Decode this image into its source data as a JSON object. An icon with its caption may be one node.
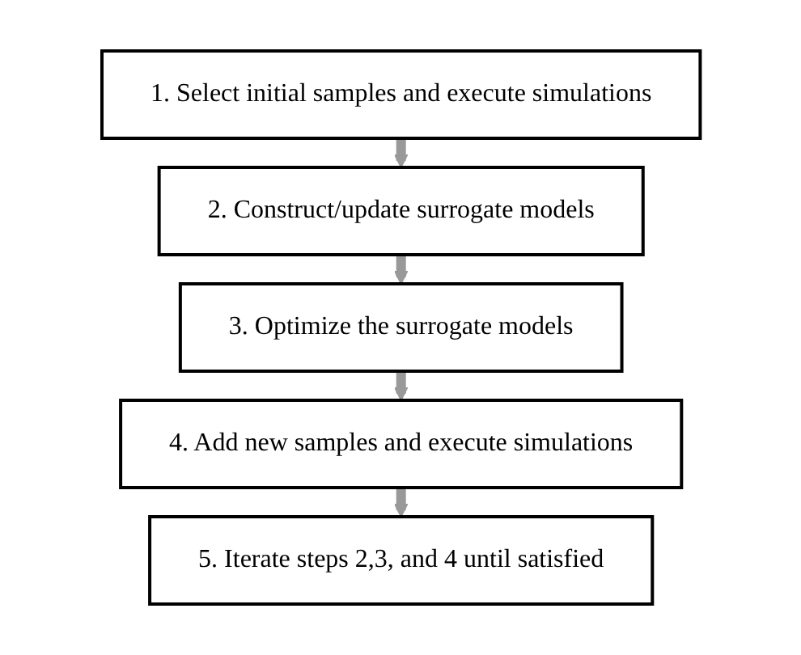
{
  "diagram": {
    "nodes": [
      {
        "text": [
          "1. Select initial samples and execute simulations"
        ]
      },
      {
        "text": [
          "2. Construct/update surrogate models"
        ]
      },
      {
        "text": [
          "3. Optimize the surrogate models"
        ]
      },
      {
        "text": [
          "4. Add new samples and execute simulations"
        ]
      },
      {
        "text": [
          "5. Iterate steps 2,3, and 4 until satisfied"
        ]
      }
    ],
    "edges": [
      {
        "from": 0,
        "to": 1,
        "arrow": "to",
        "color": "#999999"
      },
      {
        "from": 1,
        "to": 2,
        "arrow": "to",
        "color": "#999999"
      },
      {
        "from": 2,
        "to": 3,
        "arrow": "to",
        "color": "#999999"
      },
      {
        "from": 3,
        "to": 4,
        "arrow": "to",
        "color": "#999999"
      }
    ]
  }
}
